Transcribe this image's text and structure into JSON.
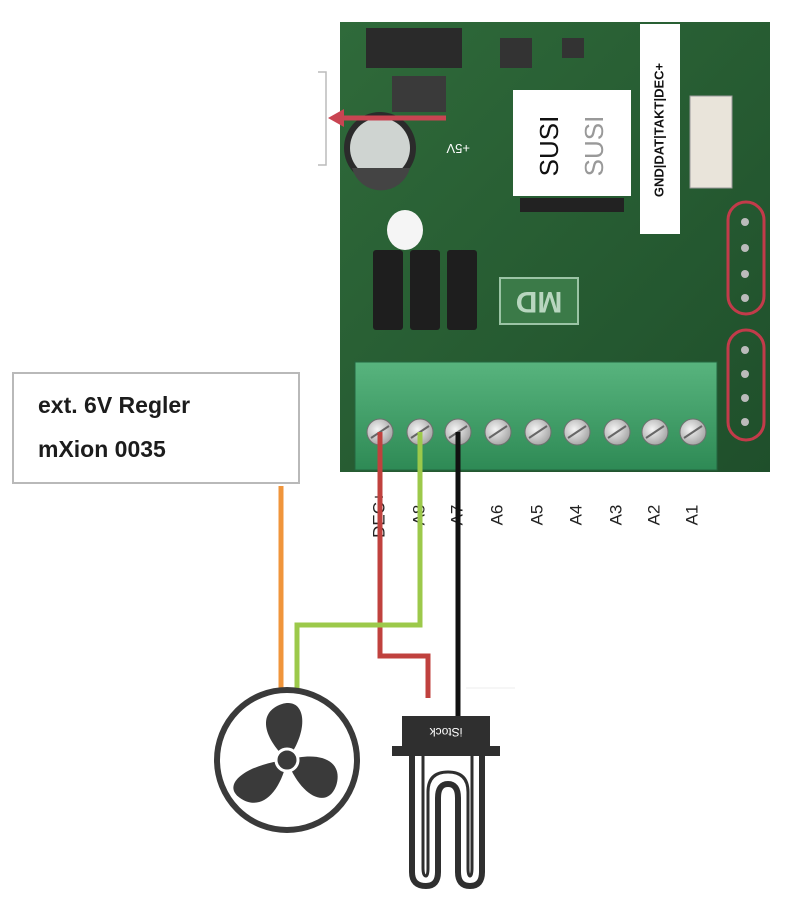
{
  "regulator": {
    "line1": "ext. 6V Regler",
    "line2": "mXion 0035"
  },
  "board": {
    "susi_label_dark": "SUSI",
    "susi_label_light": "SUSI",
    "connector_label": "GND|DAT|TAKT|DEC+",
    "voltage_label": "+5V",
    "logo_text": "MD"
  },
  "terminals": [
    "DEC+",
    "A8",
    "A7",
    "A6",
    "A5",
    "A4",
    "A3",
    "A2",
    "A1"
  ],
  "smoke_unit": {
    "label": "iStock"
  },
  "wire_colors": {
    "red": "#c0413e",
    "green": "#9cc94a",
    "black": "#111111",
    "orange": "#f0953b"
  }
}
